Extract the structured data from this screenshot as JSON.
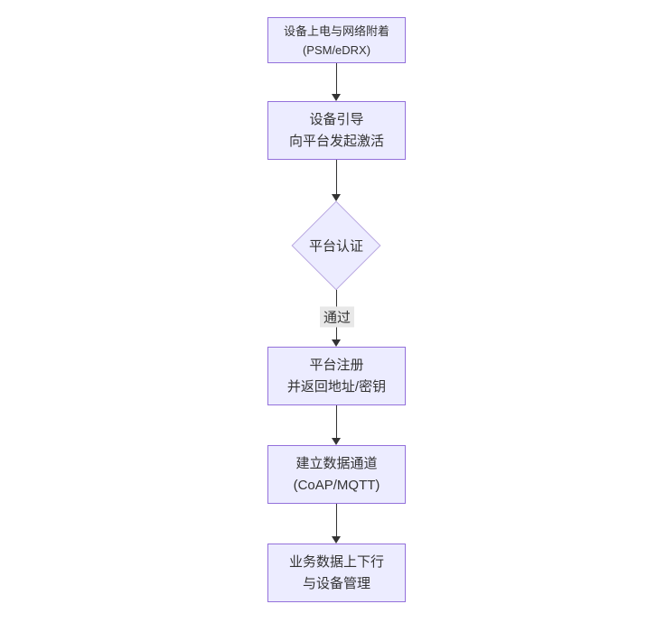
{
  "diagram": {
    "type": "flowchart",
    "direction": "top-to-bottom",
    "nodes": [
      {
        "id": "power_attach",
        "shape": "rect",
        "lines": [
          "设备上电与网络附着",
          "(PSM/eDRX)"
        ]
      },
      {
        "id": "bootstrap",
        "shape": "rect",
        "lines": [
          "设备引导",
          "向平台发起激活"
        ]
      },
      {
        "id": "platform_auth",
        "shape": "diamond",
        "lines": [
          "平台认证"
        ]
      },
      {
        "id": "register",
        "shape": "rect",
        "lines": [
          "平台注册",
          "并返回地址/密钥"
        ]
      },
      {
        "id": "data_channel",
        "shape": "rect",
        "lines": [
          "建立数据通道",
          "(CoAP/MQTT)"
        ]
      },
      {
        "id": "business_data",
        "shape": "rect",
        "lines": [
          "业务数据上下行",
          "与设备管理"
        ]
      }
    ],
    "edges": [
      {
        "from": "power_attach",
        "to": "bootstrap",
        "label": ""
      },
      {
        "from": "bootstrap",
        "to": "platform_auth",
        "label": ""
      },
      {
        "from": "platform_auth",
        "to": "register",
        "label": "通过"
      },
      {
        "from": "register",
        "to": "data_channel",
        "label": ""
      },
      {
        "from": "data_channel",
        "to": "business_data",
        "label": ""
      }
    ],
    "colors": {
      "node_fill": "#ECECFF",
      "node_border": "#9370DB",
      "diamond_border": "#b9a7e0",
      "edge_line": "#333333",
      "text": "#333333",
      "edge_label_background": "#e8e8e8",
      "background": "#ffffff"
    }
  }
}
